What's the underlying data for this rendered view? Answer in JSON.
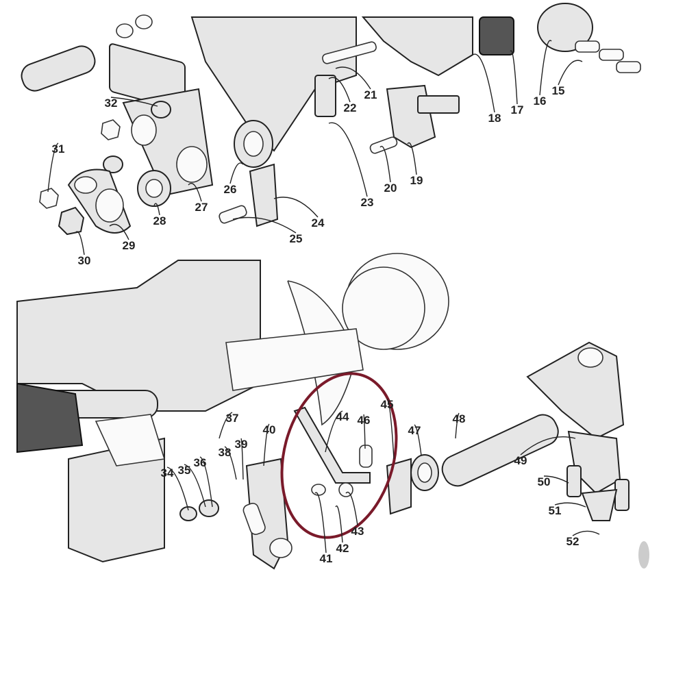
{
  "diagram": {
    "title": "Exploded parts diagram",
    "highlight_color": "#7a1a2a",
    "callouts": [
      "15",
      "16",
      "17",
      "18",
      "19",
      "20",
      "21",
      "22",
      "23",
      "24",
      "25",
      "26",
      "27",
      "28",
      "29",
      "30",
      "31",
      "32",
      "34",
      "35",
      "36",
      "37",
      "38",
      "39",
      "40",
      "41",
      "42",
      "43",
      "44",
      "45",
      "46",
      "47",
      "48",
      "49",
      "50",
      "51",
      "52"
    ]
  }
}
